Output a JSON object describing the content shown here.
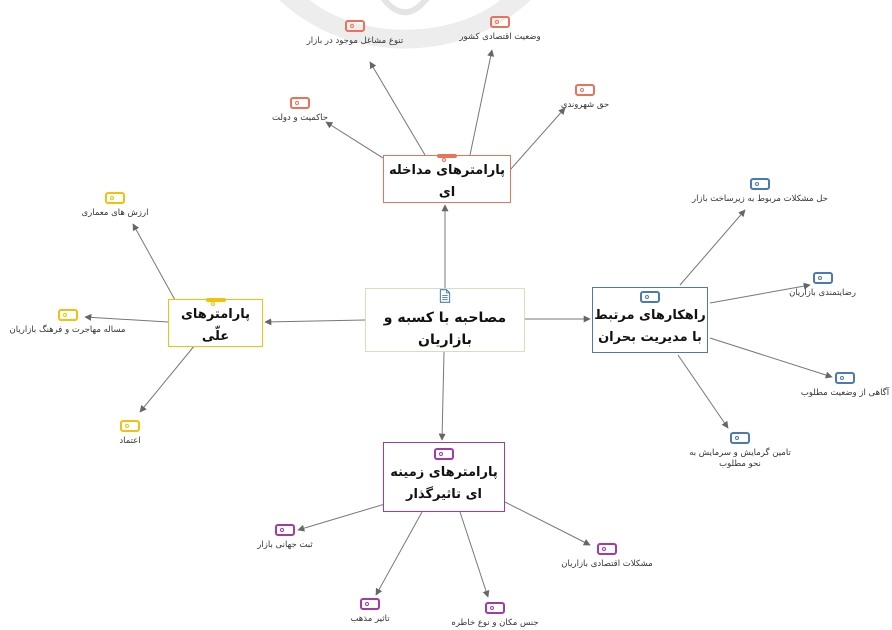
{
  "center": {
    "label": "مصاحبه با کسبه و بازاریان",
    "icon": "document-icon"
  },
  "colors": {
    "red": "#e8735a",
    "blue": "#4a7aae",
    "yellow": "#f0c20a",
    "purple": "#a23aa8",
    "center_border": "#d9dcc0",
    "arrow": "#666666"
  },
  "groups": {
    "intervention": {
      "label": "پارامترهای مداخله ای",
      "leaves": [
        "تنوع مشاغل موجود در بازار",
        "وضعیت اقتصادی کشور",
        "حق شهروندی",
        "حاکمیت و دولت"
      ]
    },
    "causal": {
      "label": "پارامترهای علّی",
      "leaves": [
        "ارزش های معماری",
        "مساله مهاجرت و فرهنگ بازاریان",
        "اعتماد"
      ]
    },
    "strategies": {
      "label": "راهکارهای مرتبط با مدیریت بحران",
      "leaves": [
        "حل مشکلات مربوط به زیرساخت بازار",
        "رضایتمندی بازاریان",
        "آگاهی از وضعیت مطلوب",
        "تامین گرمایش و سرمایش به نحو مطلوب"
      ]
    },
    "context": {
      "label": "پارامترهای زمینه ای تاثیرگذار",
      "leaves": [
        "ثبت جهانی بازار",
        "تاثیر مذهب",
        "جنس مکان و نوع خاطره",
        "مشکلات اقتصادی بازاریان"
      ]
    }
  }
}
